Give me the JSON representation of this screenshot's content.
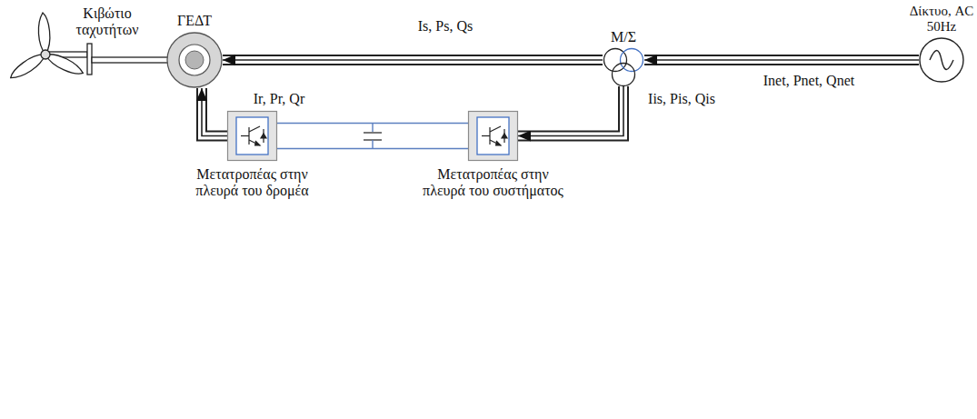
{
  "diagram": {
    "nodes": [
      {
        "text": [
          "ΓΕΔΤ"
        ]
      },
      {
        "text": [
          "Μ/Σ"
        ]
      },
      {
        "text": [
          "Δίκτυο, AC 50Hz"
        ]
      },
      {
        "text": [
          "Μετατροπέας στην πλευρά του δρομέα"
        ]
      },
      {
        "text": [
          "Μετατροπέας στην πλευρά του συστήματος"
        ]
      }
    ],
    "edges": [
      {
        "from": 1,
        "to": 0,
        "arrow": "to",
        "label": "Is, Ps, Qs"
      },
      {
        "from": 2,
        "to": 1,
        "arrow": "to",
        "label": "Inet, Pnet, Qnet"
      },
      {
        "from": 3,
        "to": 0,
        "arrow": "to",
        "label": "Ir, Pr, Qr"
      },
      {
        "from": 3,
        "to": 4,
        "arrow": "none"
      },
      {
        "from": 1,
        "to": 4,
        "arrow": "to",
        "label": "Iis, Pis, Qis"
      }
    ],
    "labels": [
      "Κιβώτιο ταχυτήτων"
    ]
  }
}
